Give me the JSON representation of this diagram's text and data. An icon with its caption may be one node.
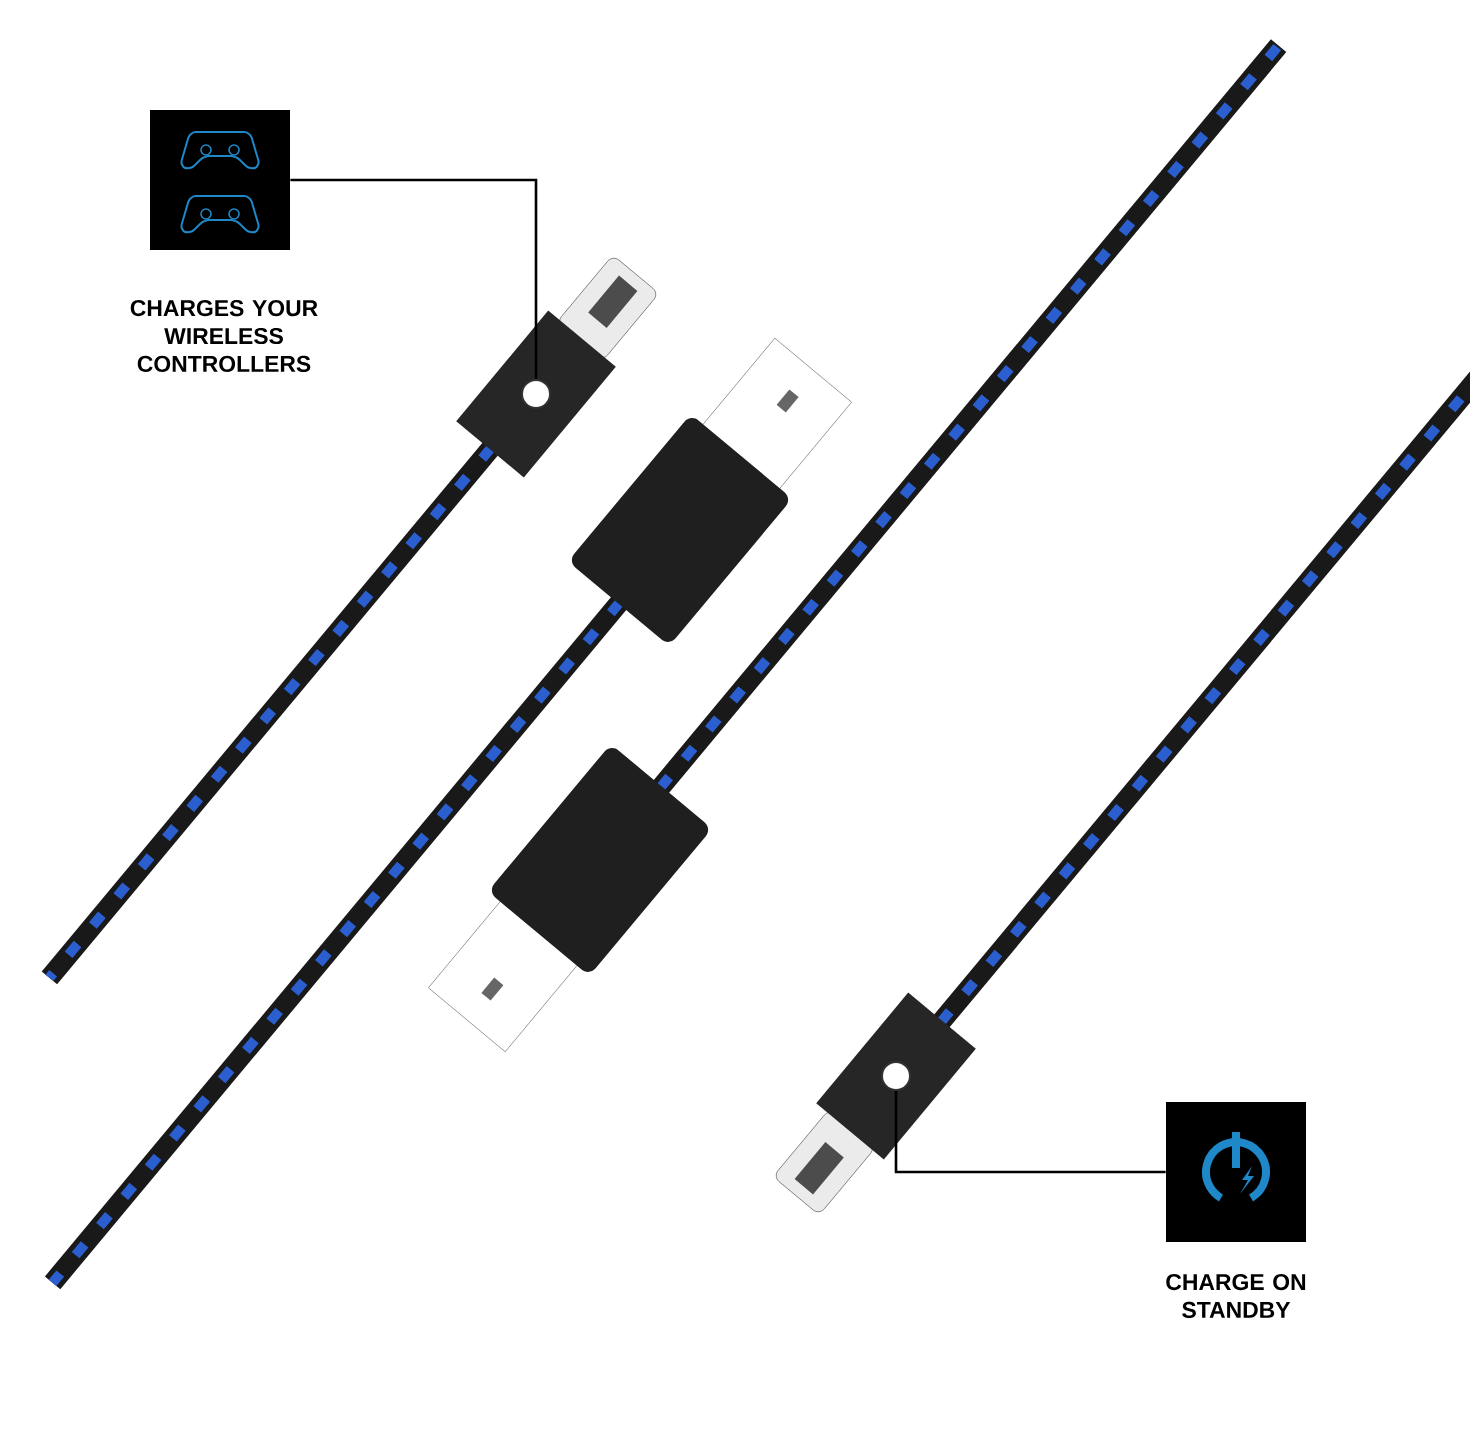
{
  "diagram": {
    "nodes": [
      {
        "text": [
          "CHARGES YOUR WIRELESS CONTROLLERS"
        ]
      },
      {
        "text": [],
        "shape": "circle"
      },
      {
        "text": [
          "CHARGE ON STANDBY"
        ]
      },
      {
        "text": [],
        "shape": "circle"
      }
    ],
    "edges": [
      {
        "from": 0,
        "to": 1,
        "arrow": "none"
      },
      {
        "from": 2,
        "to": 3,
        "arrow": "none"
      }
    ]
  }
}
